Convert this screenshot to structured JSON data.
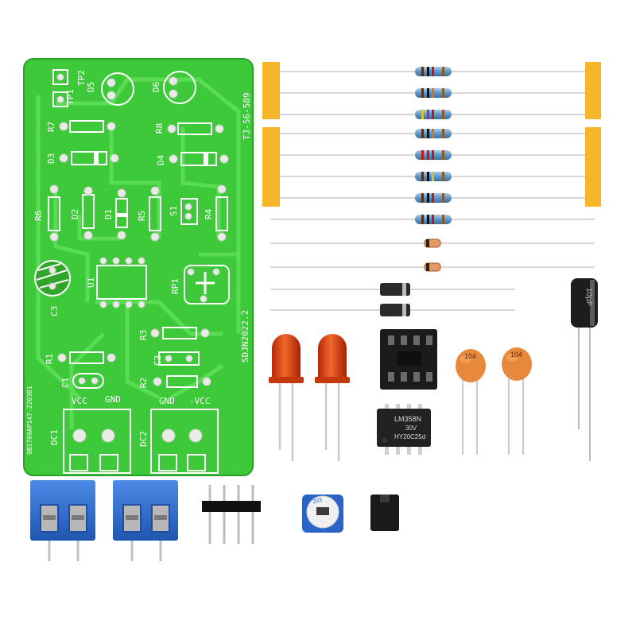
{
  "pcb": {
    "board_id": "TJ-56-589",
    "revision": "SDJN2022.2",
    "batch_code": "9B1769AP147-220301",
    "labels": {
      "tp1": "TP1",
      "tp2": "TP2",
      "d5": "D5",
      "d6": "D6",
      "r7": "R7",
      "r8": "R8",
      "d3": "D3",
      "d4": "D4",
      "r6": "R6",
      "d2": "D2",
      "d1": "D1",
      "r5": "R5",
      "s1": "S1",
      "r4": "R4",
      "u1": "U1",
      "rp1": "RP1",
      "c3": "C3",
      "r3": "R3",
      "r1": "R1",
      "c2": "C2",
      "c1": "C1",
      "r2": "R2",
      "vcc_left": "VCC",
      "gnd_left": "GND",
      "gnd_right": "GND",
      "vcc_right": "-VCC",
      "dc1": "DC1",
      "dc2": "DC2"
    }
  },
  "components": {
    "chip_marking": [
      "LM358N",
      "30V",
      "HY20C25d"
    ],
    "ceramic_cap_code": "104",
    "electrolytic_marking": "10µF",
    "trimpot_code": "203"
  },
  "colors": {
    "pcb_green": "#3ec93a",
    "tape_orange": "#f7b52a",
    "resistor_blue": "#6fa9d8",
    "led_red": "#e0401a",
    "terminal_blue": "#2f6fd0",
    "ceramic_orange": "#e8883a"
  }
}
